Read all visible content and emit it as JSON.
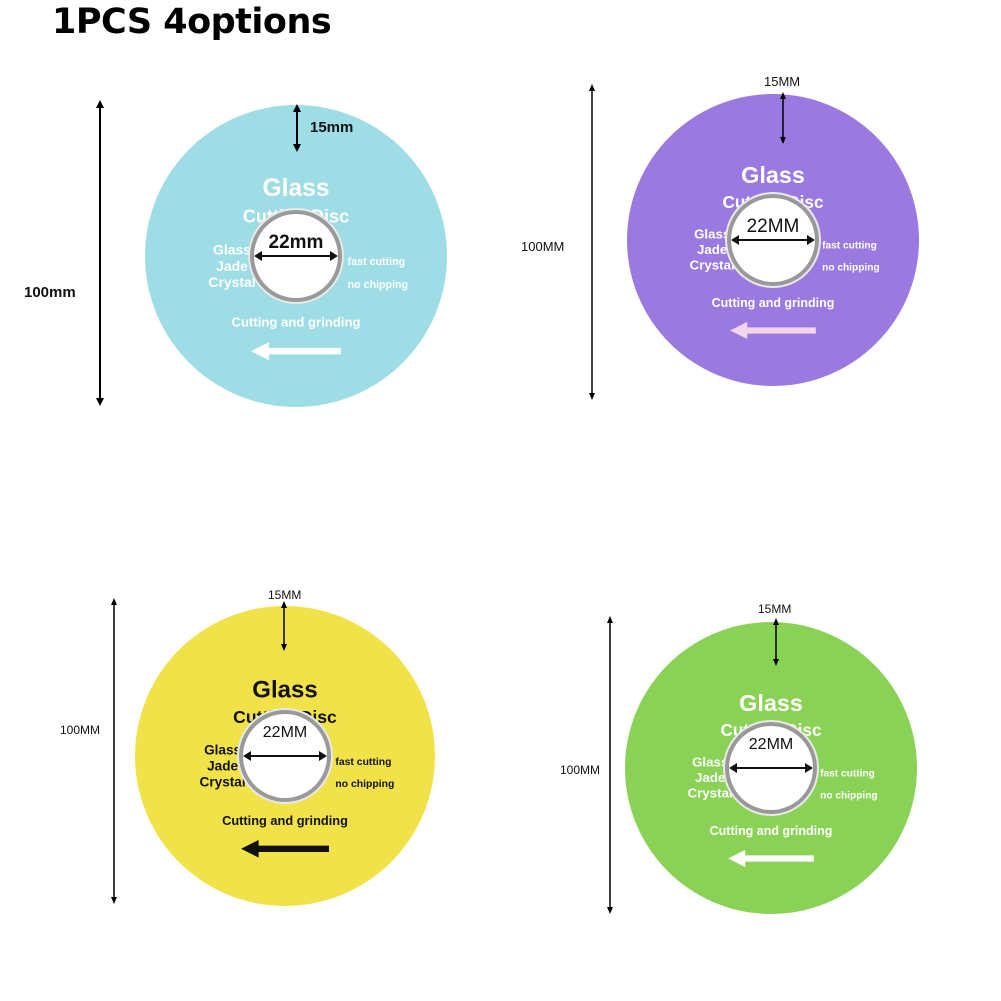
{
  "title": "1PCS 4options",
  "label_text": {
    "glass": "Glass",
    "cutting_disc": "Cutting Disc",
    "materials": [
      "Glass",
      "Jade",
      "Crystal"
    ],
    "features": [
      "fast cutting",
      "no chipping"
    ],
    "cutting_grinding": "Cutting and grinding"
  },
  "discs": [
    {
      "color_name": "blue",
      "disc_color": "#8fd4df",
      "label_color": "#9edce6",
      "text_color": "#ffffff",
      "arrow_color": "#ffffff",
      "diameter_label": "100mm",
      "bore_label": "22mm",
      "width_label": "15mm"
    },
    {
      "color_name": "purple",
      "disc_color": "#8a66d6",
      "label_color": "#9a7ae0",
      "text_color": "#ffffff",
      "arrow_color": "#f2d4ec",
      "diameter_label": "100MM",
      "bore_label": "22MM",
      "width_label": "15MM"
    },
    {
      "color_name": "yellow",
      "disc_color": "#e6d83a",
      "label_color": "#f1e24a",
      "text_color": "#111111",
      "arrow_color": "#111111",
      "diameter_label": "100MM",
      "bore_label": "22MM",
      "width_label": "15MM"
    },
    {
      "color_name": "green",
      "disc_color": "#7cc748",
      "label_color": "#8ad255",
      "text_color": "#ffffff",
      "arrow_color": "#ffffff",
      "diameter_label": "100MM",
      "bore_label": "22MM",
      "width_label": "15MM"
    }
  ]
}
